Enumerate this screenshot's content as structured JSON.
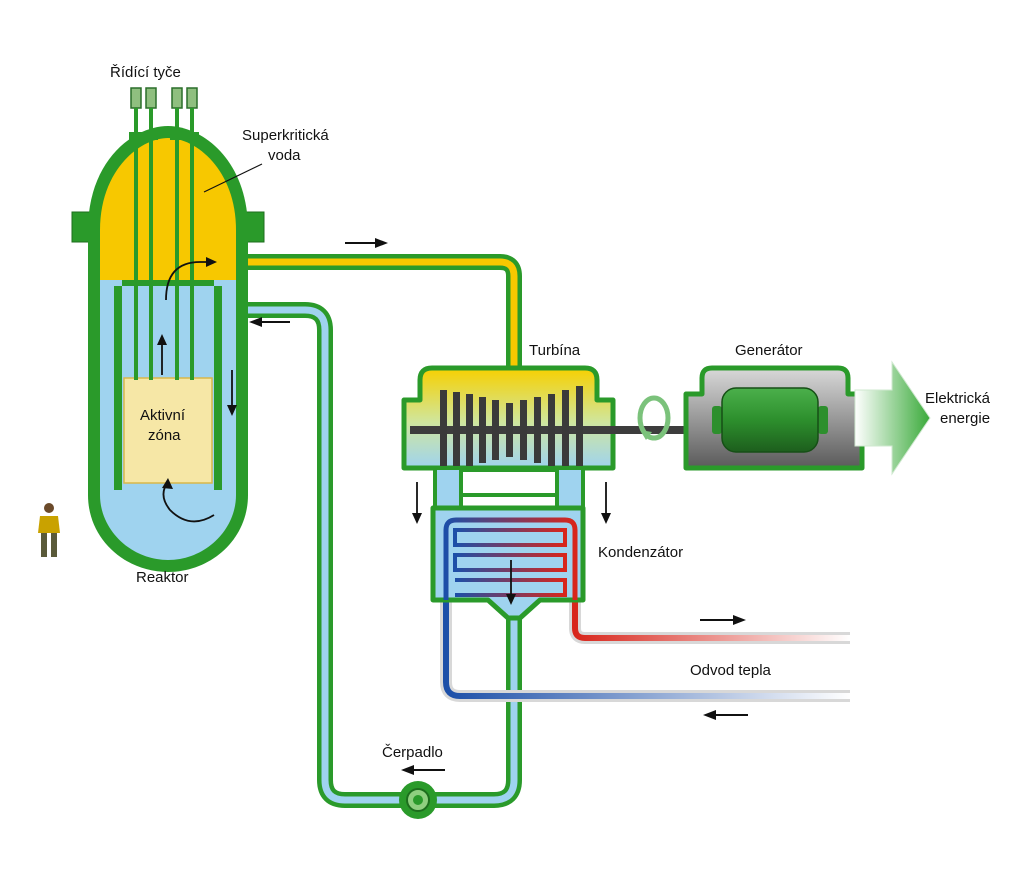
{
  "labels": {
    "control_rods": "Řídící tyče",
    "supercritical_water_1": "Superkritická",
    "supercritical_water_2": "voda",
    "active_zone_1": "Aktivní",
    "active_zone_2": "zóna",
    "reactor": "Reaktor",
    "turbine": "Turbína",
    "generator": "Generátor",
    "electric_energy_1": "Elektrická",
    "electric_energy_2": "energie",
    "condenser": "Kondenzátor",
    "heat_removal": "Odvod tepla",
    "pump": "Čerpadlo"
  },
  "colors": {
    "steam": "#f7c800",
    "water": "#9fd3ef",
    "vessel_wall": "#2a9a2a",
    "core": "#f6e7a6",
    "hot_coolant": "#d8261c",
    "cold_coolant": "#1c4fa8",
    "generator_body": "#2d8f2d"
  }
}
